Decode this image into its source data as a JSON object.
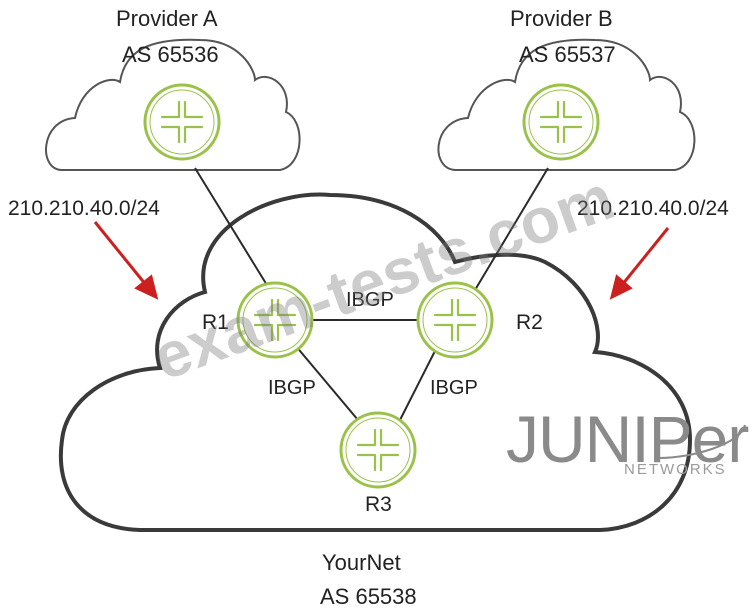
{
  "providers": [
    {
      "name": "Provider A",
      "as": "AS 65536"
    },
    {
      "name": "Provider B",
      "as": "AS 65537"
    }
  ],
  "prefix_left": "210.210.40.0/24",
  "prefix_right": "210.210.40.0/24",
  "routers": {
    "r1": "R1",
    "r2": "R2",
    "r3": "R3"
  },
  "links": {
    "r1_r2": "IBGP",
    "r1_r3": "IBGP",
    "r2_r3": "IBGP"
  },
  "yournet": {
    "name": "YourNet",
    "as": "AS 65538"
  },
  "logo": {
    "brand": "JUNIPer",
    "sub": "NETWORKS"
  },
  "watermark": "exam-tests.com",
  "colors": {
    "router": "#9ac24a",
    "arrow": "#cc1f1f",
    "cloud_main": "#3a3a3a",
    "cloud_provider": "#555555"
  }
}
